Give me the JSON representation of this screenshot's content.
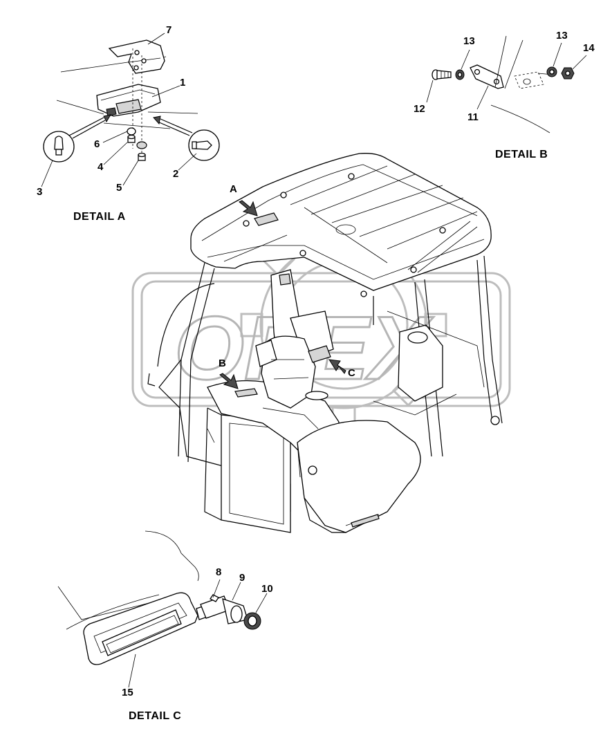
{
  "watermark": {
    "brand": "OREX",
    "color": "#b5b5b5"
  },
  "details": {
    "a": {
      "caption": "DETAIL A"
    },
    "b": {
      "caption": "DETAIL B"
    },
    "c": {
      "caption": "DETAIL C"
    }
  },
  "view_letters": {
    "a": "A",
    "b": "B",
    "c": "C"
  },
  "callouts": {
    "p1": "1",
    "p2": "2",
    "p3": "3",
    "p4": "4",
    "p5": "5",
    "p6": "6",
    "p7": "7",
    "p8": "8",
    "p9": "9",
    "p10": "10",
    "p11": "11",
    "p12": "12",
    "p13a": "13",
    "p13b": "13",
    "p14": "14",
    "p15": "15"
  }
}
